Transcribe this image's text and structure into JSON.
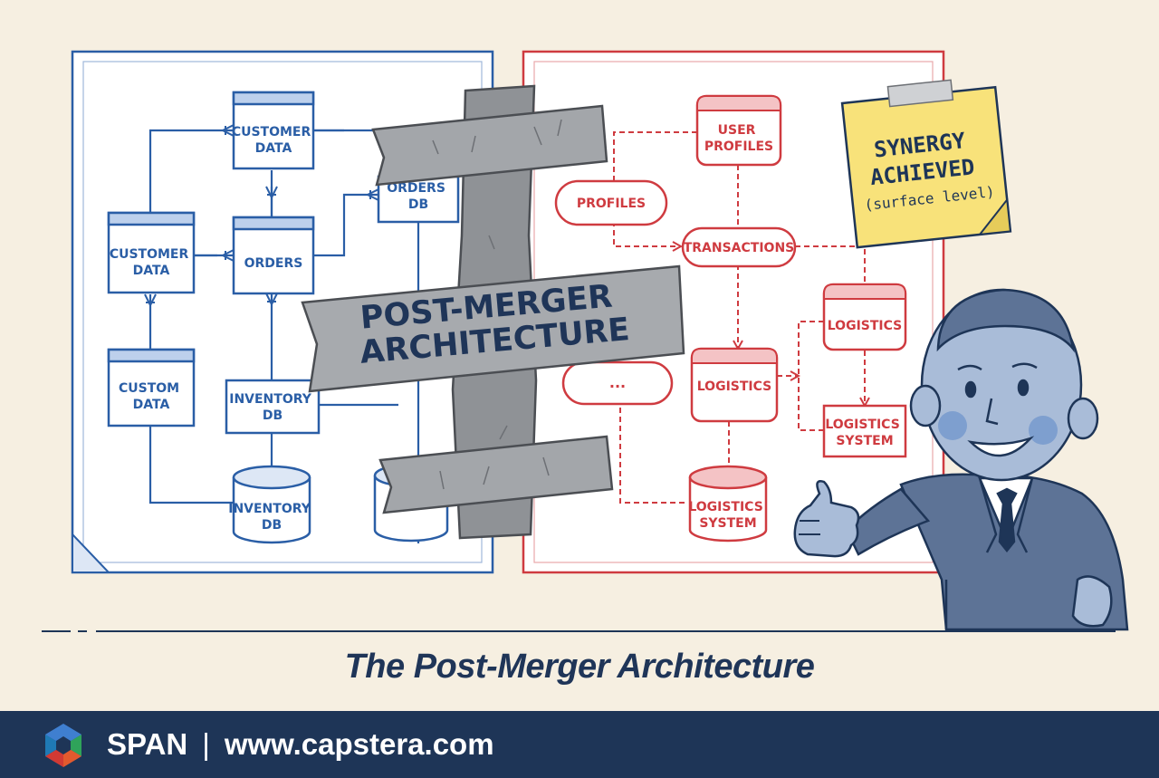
{
  "diagram": {
    "tape_banner": [
      "POST-MERGER",
      "ARCHITECTURE"
    ],
    "left_system": {
      "nodes": [
        {
          "id": "l1",
          "lines": [
            "CUSTOMER",
            "DATA"
          ]
        },
        {
          "id": "l2",
          "lines": [
            "CUSTOMER",
            "DATA"
          ]
        },
        {
          "id": "l3",
          "lines": [
            "ORDERS"
          ]
        },
        {
          "id": "l4",
          "lines": [
            "ORDERS",
            "DB"
          ]
        },
        {
          "id": "l5",
          "lines": [
            "CUSTOM",
            "DATA"
          ]
        },
        {
          "id": "l6",
          "lines": [
            "INVENTORY",
            "DB"
          ]
        },
        {
          "id": "l7",
          "lines": [
            "INVENTORY",
            "DB"
          ]
        }
      ]
    },
    "right_system": {
      "nodes": [
        {
          "id": "r1",
          "lines": [
            "USER",
            "PROFILES"
          ]
        },
        {
          "id": "r2",
          "lines": [
            "PROFILES"
          ]
        },
        {
          "id": "r3",
          "lines": [
            "TRANSACTIONS"
          ]
        },
        {
          "id": "r4",
          "lines": [
            "LOGISTICS"
          ]
        },
        {
          "id": "r5",
          "lines": [
            "..."
          ]
        },
        {
          "id": "r6",
          "lines": [
            "LOGISTICS"
          ]
        },
        {
          "id": "r7",
          "lines": [
            "LOGISTICS",
            "SYSTEM"
          ]
        },
        {
          "id": "r8",
          "lines": [
            "LOGISTICS",
            "SYSTEM"
          ]
        }
      ]
    },
    "sticky_note": [
      "SYNERGY",
      "ACHIEVED",
      "(surface level)"
    ],
    "colors": {
      "left_blue": "#2a5ea6",
      "right_red": "#cf3b40",
      "tape_gray": "#9b9ea3",
      "note_yellow": "#f8e27a",
      "navy": "#1e3557"
    }
  },
  "caption": "The Post-Merger Architecture",
  "footer": {
    "brand": "SPAN",
    "separator": "|",
    "url": "www.capstera.com"
  }
}
